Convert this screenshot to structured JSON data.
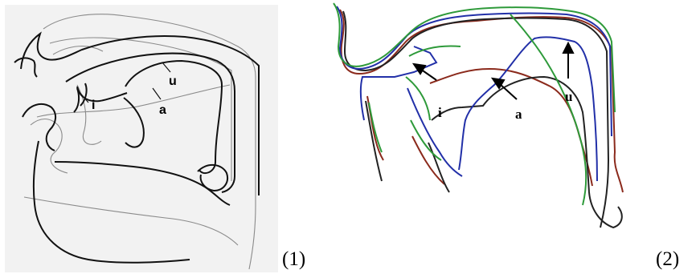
{
  "figure1": {
    "caption": "(1)",
    "labels": {
      "i": "i",
      "u": "u",
      "a": "a"
    }
  },
  "figure2": {
    "caption": "(2)",
    "labels": {
      "i": "i",
      "a": "a",
      "u": "u"
    },
    "colors": {
      "green": "#2e9a3a",
      "red": "#8b2a1c",
      "blue": "#2230a8",
      "black": "#222222"
    }
  }
}
